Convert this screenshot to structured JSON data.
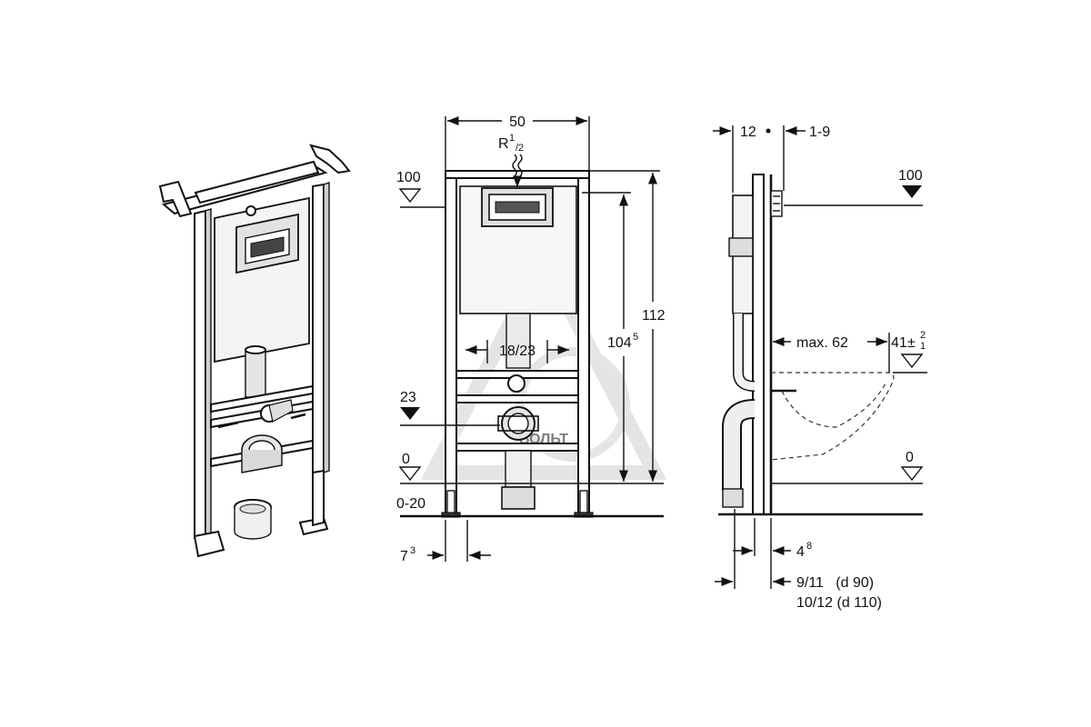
{
  "dimensions": {
    "width_top": "50",
    "connection": "R",
    "connection_sup": "1",
    "connection_sub": "/2",
    "height_total": "112",
    "height_inner_main": "104",
    "height_inner_sup": "5",
    "drain_spacing": "18/23",
    "foot_offset_main": "7",
    "foot_offset_sup": "3",
    "depth_top": "12",
    "depth_adjust": "1-9",
    "bowl_projection": "max. 62",
    "bowl_height_main": "41",
    "bowl_height_tol_plus": "±",
    "bowl_height_tol_top": "2",
    "bowl_height_tol_bottom": "1",
    "wall_offset_main": "4",
    "wall_offset_sup": "8",
    "pipe_offset_90": "9/11   (d 90)",
    "pipe_offset_110": "10/12 (d 110)"
  },
  "levels": {
    "front_top": "100",
    "front_23": "23",
    "front_zero": "0",
    "front_floor_range": "0-20",
    "side_top": "100",
    "side_zero": "0"
  },
  "watermark": {
    "text": "ВОЛЬТ",
    "color": "#c9c9c9"
  },
  "colors": {
    "line": "#111111",
    "fill_grey": "#d6d6d6",
    "background": "#ffffff"
  }
}
